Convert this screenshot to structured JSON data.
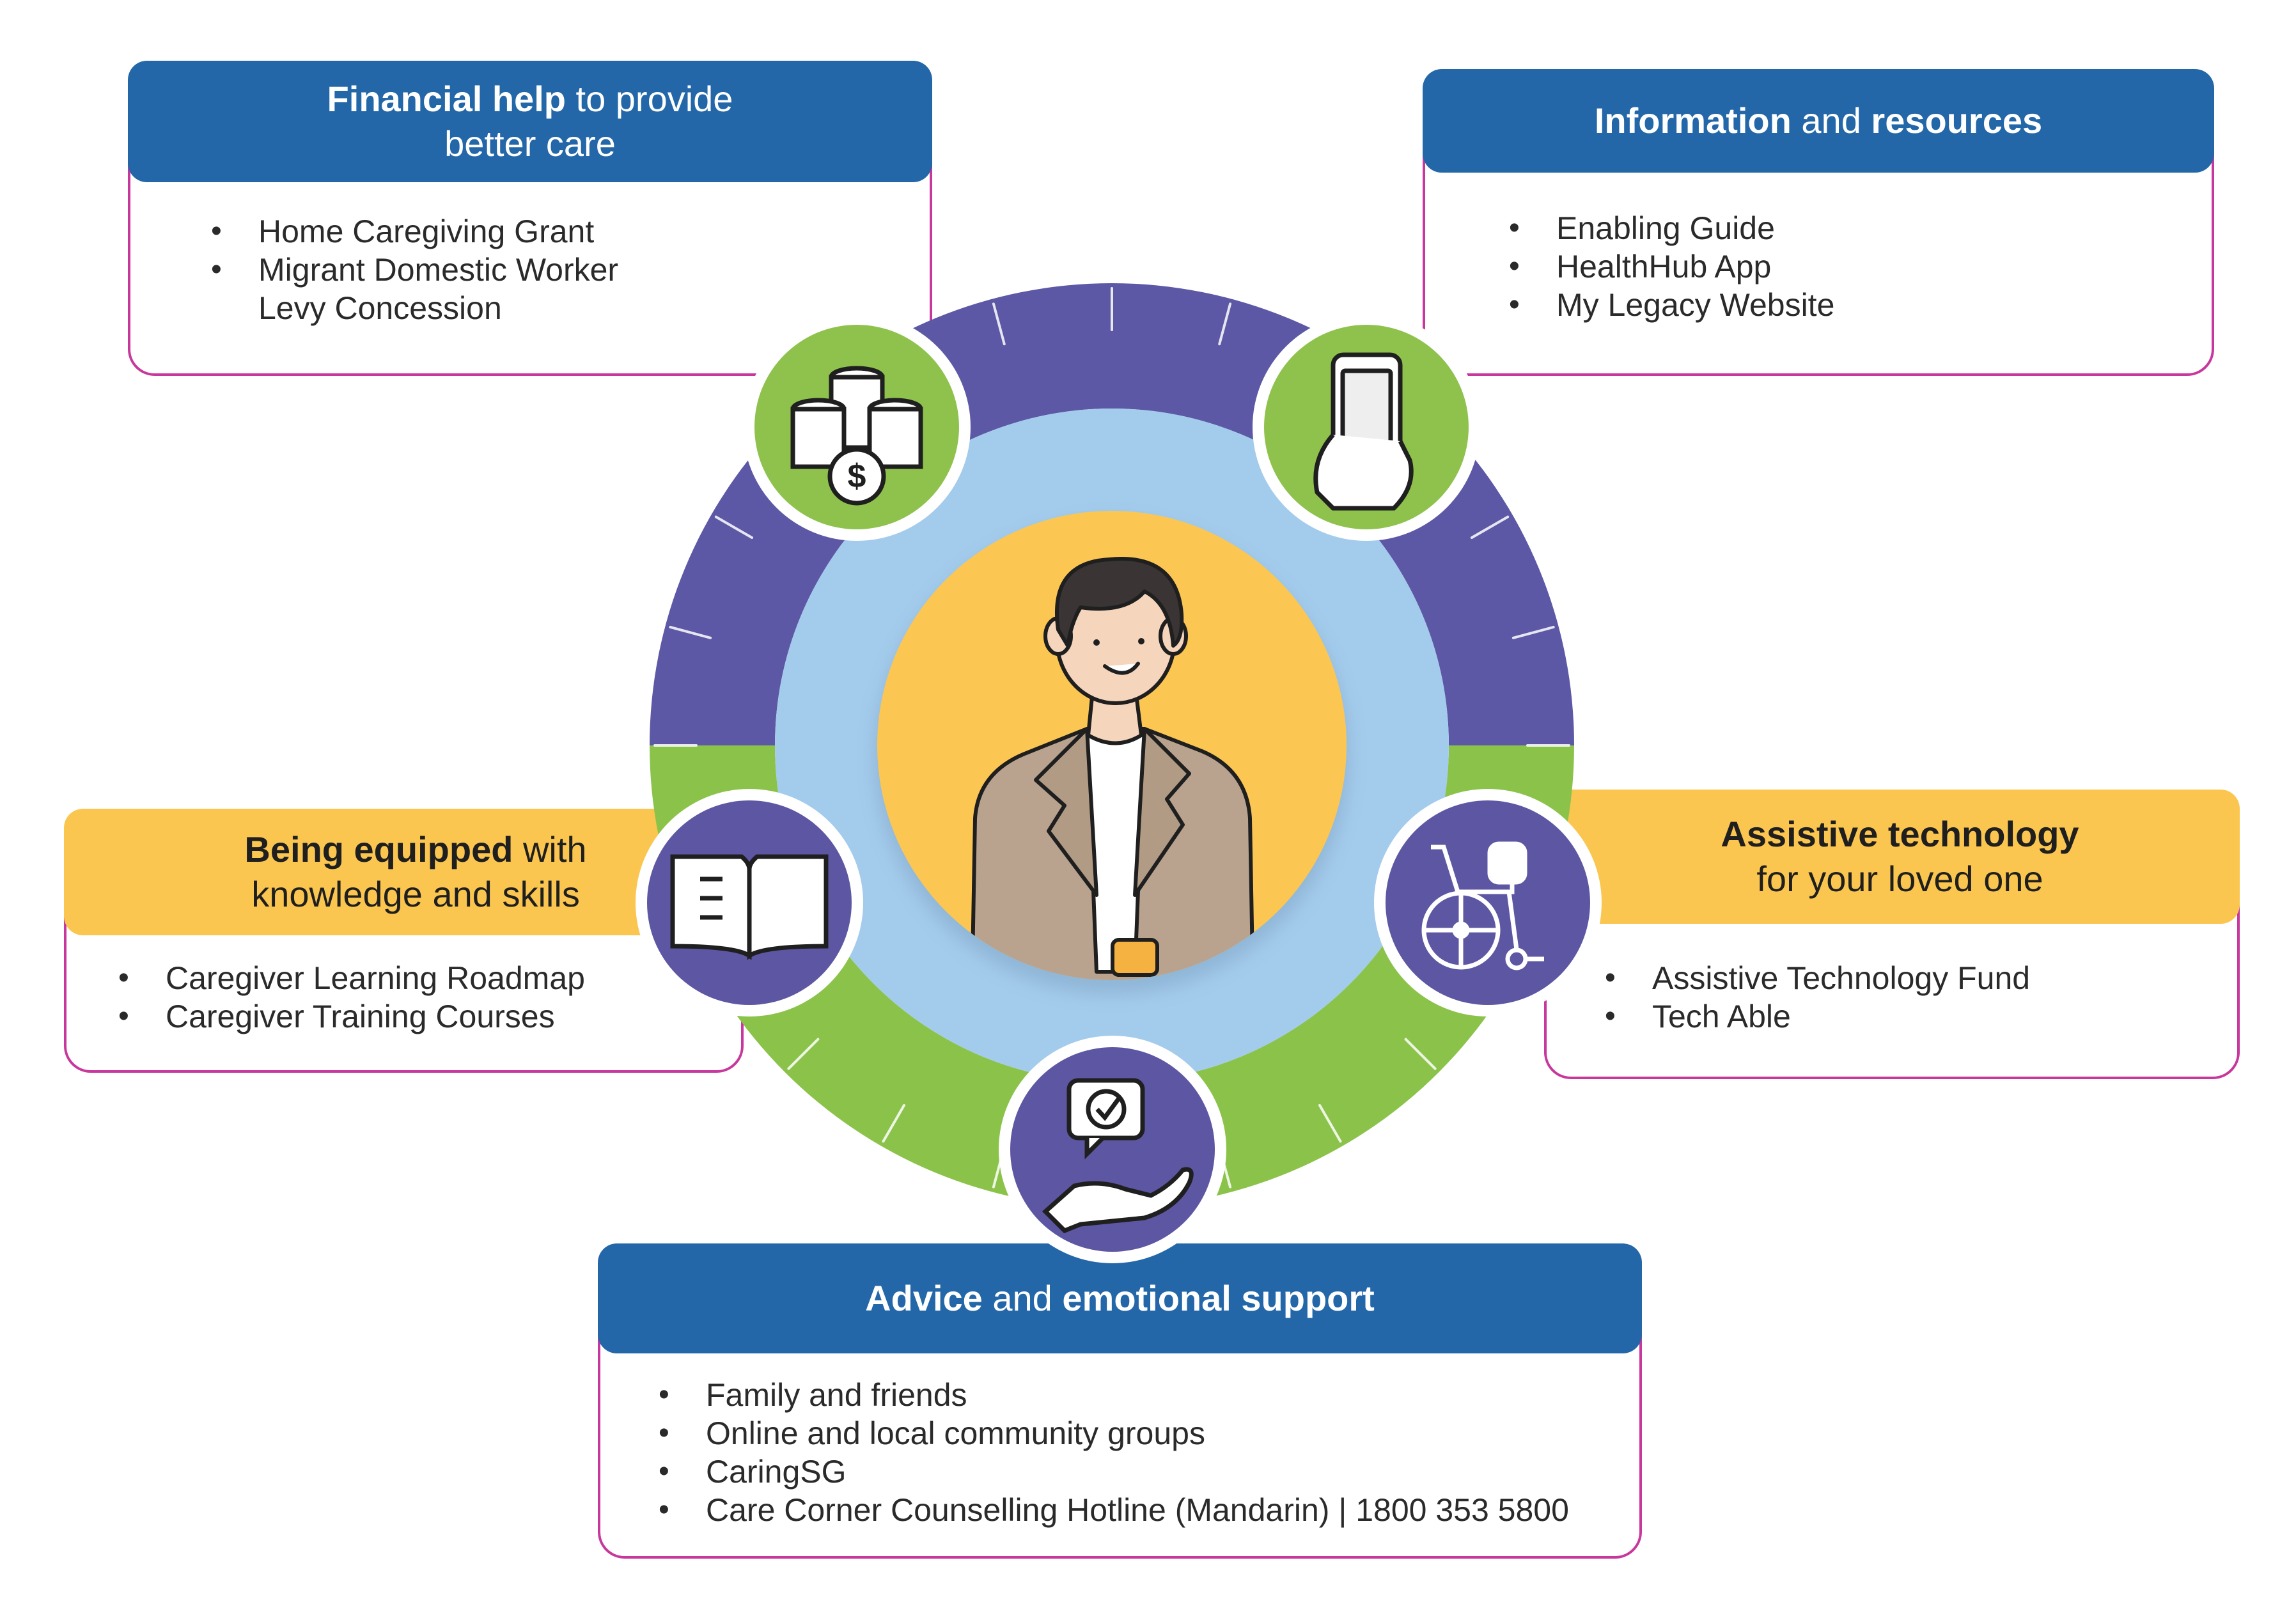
{
  "colors": {
    "blue_header": "#2367a8",
    "yellow_header": "#fbc64f",
    "border_pink": "#c8379b",
    "ring_purple": "#5c58a5",
    "ring_green": "#8bc34a",
    "light_blue": "#a3cbeb",
    "center_yellow": "#fcc653",
    "icon_green": "#8ec24d",
    "icon_purple": "#5d57a3"
  },
  "center": {
    "illustration": "caregiver-person"
  },
  "cards": {
    "financial": {
      "title_bold": "Financial help",
      "title_rest": " to provide",
      "title_line2": "better care",
      "icon": "coins-icon",
      "items": [
        "Home Caregiving Grant",
        "Migrant Domestic Worker",
        "Levy Concession"
      ]
    },
    "information": {
      "title_bold1": "Information",
      "title_mid": " and ",
      "title_bold2": "resources",
      "icon": "smartphone-icon",
      "items": [
        "Enabling Guide",
        "HealthHub App",
        "My Legacy Website"
      ]
    },
    "equipped": {
      "title_bold": "Being equipped",
      "title_rest": " with",
      "title_line2": "knowledge and skills",
      "icon": "book-icon",
      "items": [
        "Caregiver Learning Roadmap",
        "Caregiver Training Courses"
      ]
    },
    "assistive": {
      "title_bold": "Assistive technology",
      "title_line2": "for your loved one",
      "icon": "wheelchair-icon",
      "items": [
        "Assistive Technology Fund",
        "Tech Able"
      ]
    },
    "advice": {
      "title_bold1": "Advice",
      "title_mid": " and ",
      "title_bold2": "emotional support",
      "icon": "support-hand-icon",
      "items": [
        "Family and friends",
        "Online and local community groups",
        "CaringSG",
        "Care Corner Counselling Hotline (Mandarin) | 1800 353 5800"
      ]
    }
  }
}
